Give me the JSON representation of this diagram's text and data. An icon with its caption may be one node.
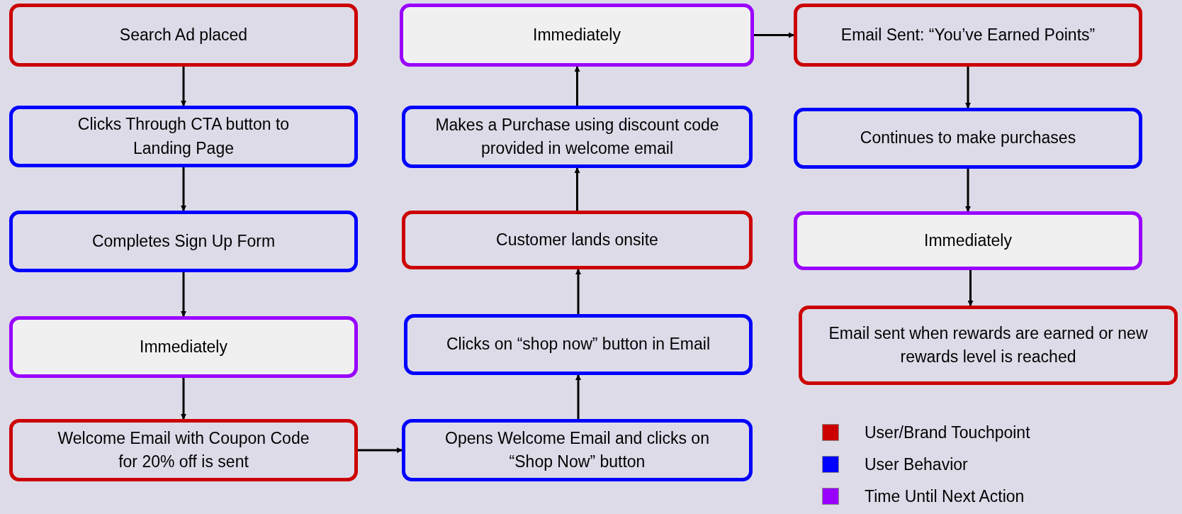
{
  "diagram": {
    "nodes": [
      {
        "text": [
          "Search Ad placed"
        ]
      },
      {
        "text": [
          "Clicks Through CTA button to Landing Page"
        ]
      },
      {
        "text": [
          "Completes Sign Up Form"
        ]
      },
      {
        "text": [
          "Immediately"
        ]
      },
      {
        "text": [
          "Welcome Email with Coupon Code for 20% off is sent"
        ]
      },
      {
        "text": [
          "Opens Welcome Email and clicks on “Shop Now” button"
        ]
      },
      {
        "text": [
          "Clicks on “shop now” button in Email"
        ]
      },
      {
        "text": [
          "Customer lands onsite"
        ]
      },
      {
        "text": [
          "Makes a Purchase using discount code provided in welcome email"
        ]
      },
      {
        "text": [
          "Immediately"
        ]
      },
      {
        "text": [
          "Email Sent: “You’ve Earned Points”"
        ]
      },
      {
        "text": [
          "Continues to make purchases"
        ]
      },
      {
        "text": [
          "Immediately"
        ]
      },
      {
        "text": [
          "Email sent when rewards are earned or new rewards level is reached"
        ]
      }
    ],
    "edges": [
      {
        "from": 0,
        "to": 1,
        "arrow": "to"
      },
      {
        "from": 1,
        "to": 2,
        "arrow": "to"
      },
      {
        "from": 2,
        "to": 3,
        "arrow": "to"
      },
      {
        "from": 3,
        "to": 4,
        "arrow": "to"
      },
      {
        "from": 4,
        "to": 5,
        "arrow": "to"
      },
      {
        "from": 5,
        "to": 6,
        "arrow": "to"
      },
      {
        "from": 6,
        "to": 7,
        "arrow": "to"
      },
      {
        "from": 7,
        "to": 8,
        "arrow": "to"
      },
      {
        "from": 8,
        "to": 9,
        "arrow": "to"
      },
      {
        "from": 9,
        "to": 10,
        "arrow": "to"
      },
      {
        "from": 10,
        "to": 11,
        "arrow": "to"
      },
      {
        "from": 11,
        "to": 12,
        "arrow": "to"
      },
      {
        "from": 12,
        "to": 13,
        "arrow": "to"
      }
    ],
    "legend": [
      {
        "text": "User/Brand Touchpoint",
        "color": "#cc0000"
      },
      {
        "text": "User Behavior",
        "color": "#0000ff"
      },
      {
        "text": "Time Until Next Action",
        "color": "#9900ff"
      }
    ]
  }
}
